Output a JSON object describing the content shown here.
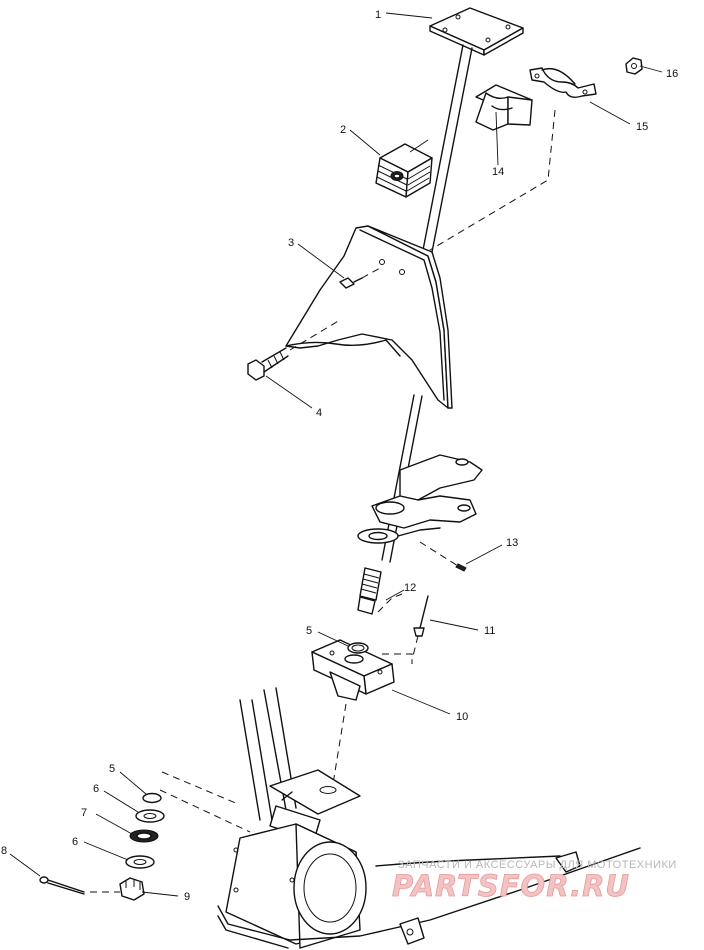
{
  "callouts": [
    {
      "id": "1",
      "label": "1"
    },
    {
      "id": "2",
      "label": "2"
    },
    {
      "id": "3",
      "label": "3"
    },
    {
      "id": "4",
      "label": "4"
    },
    {
      "id": "5a",
      "label": "5"
    },
    {
      "id": "5b",
      "label": "5"
    },
    {
      "id": "6a",
      "label": "6"
    },
    {
      "id": "6b",
      "label": "6"
    },
    {
      "id": "7",
      "label": "7"
    },
    {
      "id": "8",
      "label": "8"
    },
    {
      "id": "9",
      "label": "9"
    },
    {
      "id": "10",
      "label": "10"
    },
    {
      "id": "11",
      "label": "11"
    },
    {
      "id": "12",
      "label": "12"
    },
    {
      "id": "13",
      "label": "13"
    },
    {
      "id": "14",
      "label": "14"
    },
    {
      "id": "15",
      "label": "15"
    },
    {
      "id": "16",
      "label": "16"
    }
  ],
  "watermark": {
    "tagline": "ЗАПЧАСТИ И АКСЕССУАРЫ ДЛЯ МОТОТЕХНИКИ",
    "logo": "PARTSFOR.RU"
  }
}
